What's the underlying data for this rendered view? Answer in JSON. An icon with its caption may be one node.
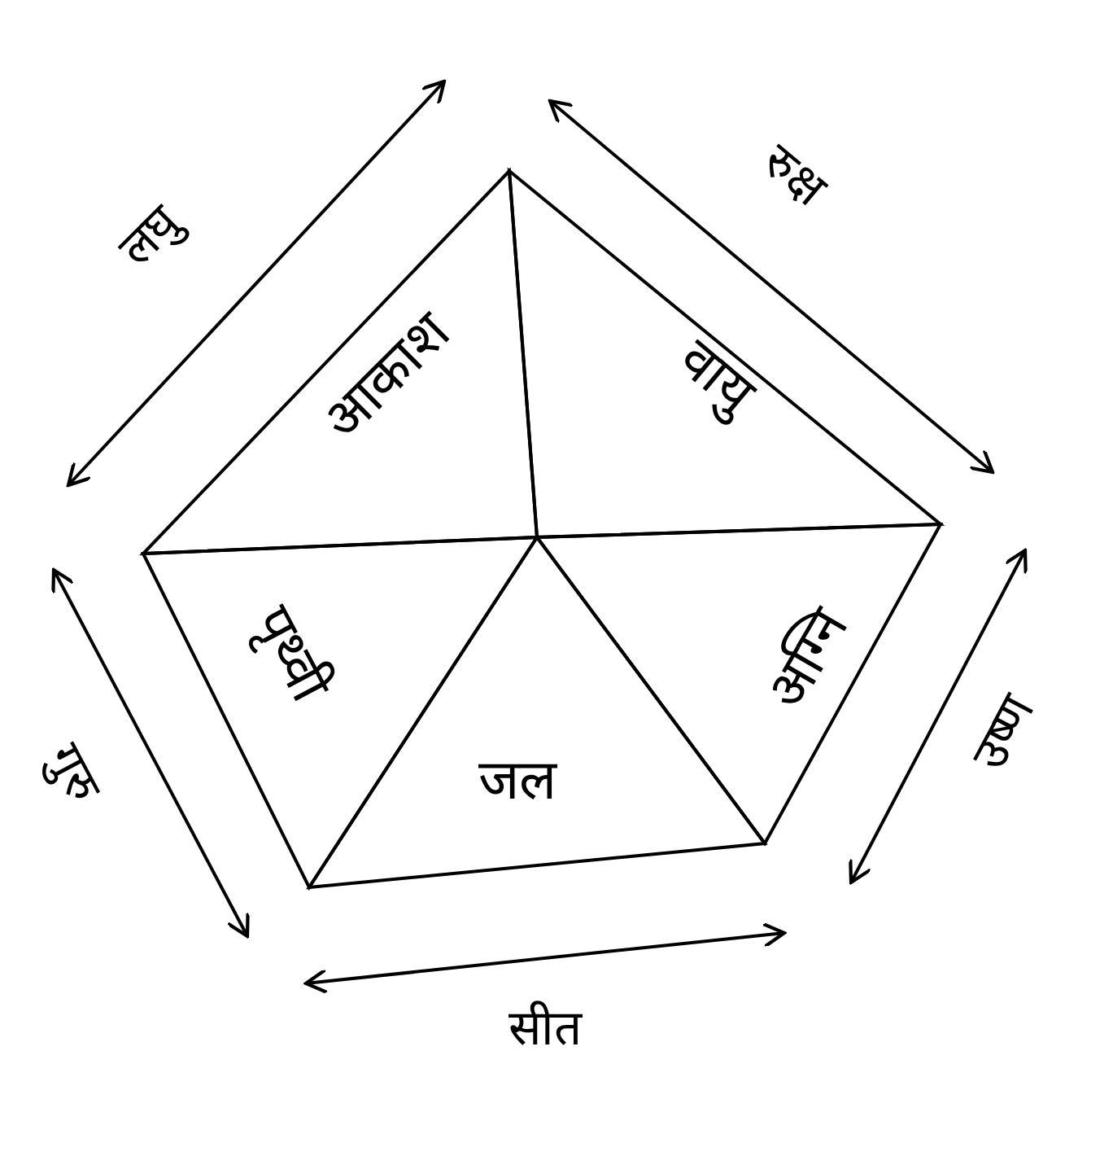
{
  "diagram": {
    "nodes": [
      {
        "text": [
          "आकाश"
        ]
      },
      {
        "text": [
          "वायु"
        ]
      },
      {
        "text": [
          "अग्नि"
        ]
      },
      {
        "text": [
          "जल"
        ]
      },
      {
        "text": [
          "पृथ्वी"
        ]
      }
    ],
    "labels": [
      "लघु",
      "रुक्ष",
      "गुरु",
      "उष्ण",
      "सीत"
    ]
  }
}
